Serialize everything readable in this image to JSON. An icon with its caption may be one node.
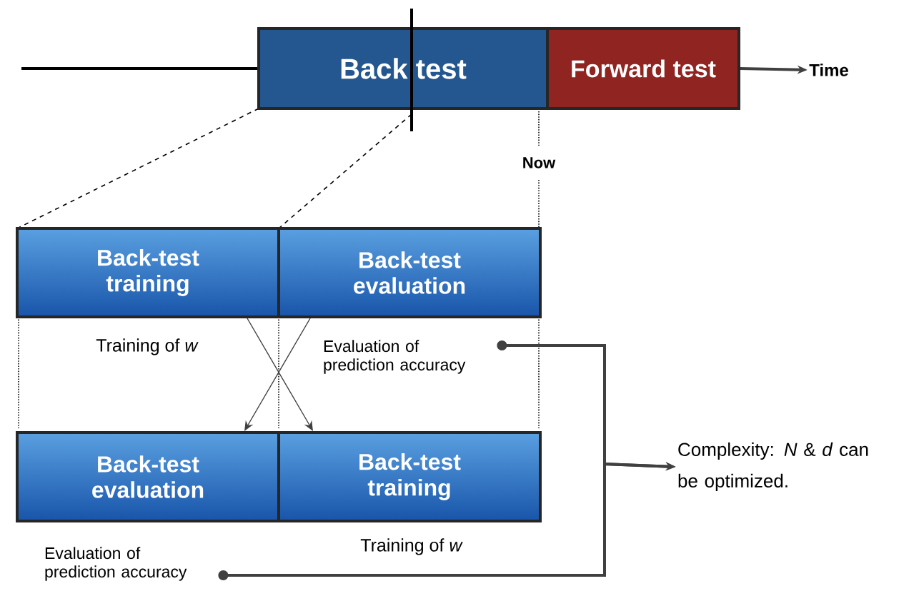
{
  "diagram": {
    "nodes": [
      {
        "text": [
          "Back test"
        ]
      },
      {
        "text": [
          "Forward test"
        ]
      },
      {
        "text": [
          "Time"
        ]
      },
      {
        "text": [
          "Back-test training"
        ],
        "beside": [
          "Training of *w*"
        ]
      },
      {
        "text": [
          "Back-test evaluation"
        ]
      },
      {
        "text": [
          "Back-test evaluation"
        ]
      },
      {
        "text": [
          "Back-test training"
        ],
        "beside": [
          "Training of *w*"
        ]
      },
      {
        "text": [
          "Evaluation of prediction accuracy"
        ]
      },
      {
        "text": [
          "Evaluation of prediction accuracy"
        ]
      },
      {
        "text": [
          "Complexity: *N* & *d* can be optimized."
        ]
      }
    ],
    "edges": [
      {
        "from": 1,
        "to": 2,
        "arrow": "to"
      },
      {
        "from": 3,
        "to": 6,
        "arrow": "to"
      },
      {
        "from": 4,
        "to": 5,
        "arrow": "to"
      },
      {
        "from": 7,
        "to": 9,
        "arrow": "to"
      },
      {
        "from": 8,
        "to": 9,
        "arrow": "to"
      }
    ],
    "labels": [
      "Now"
    ]
  }
}
